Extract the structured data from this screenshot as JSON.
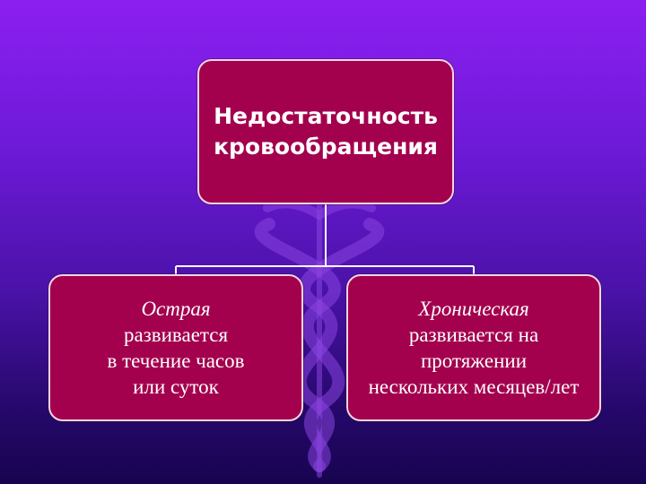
{
  "root": {
    "line1": "Недостаточность",
    "line2": "кровообращения"
  },
  "children": [
    {
      "heading": "Острая",
      "lines": [
        "развивается",
        "в течение часов",
        "или суток"
      ]
    },
    {
      "heading": "Хроническая",
      "lines": [
        "развивается на",
        "протяжении",
        "нескольких месяцев/лет"
      ]
    }
  ],
  "colors": {
    "node_fill": "#a3004e",
    "node_border": "#f2d6e6",
    "connector": "#ffffff",
    "background_top": "#8c1ff0",
    "background_bottom": "#180450"
  },
  "watermark_icon": "caduceus-icon"
}
